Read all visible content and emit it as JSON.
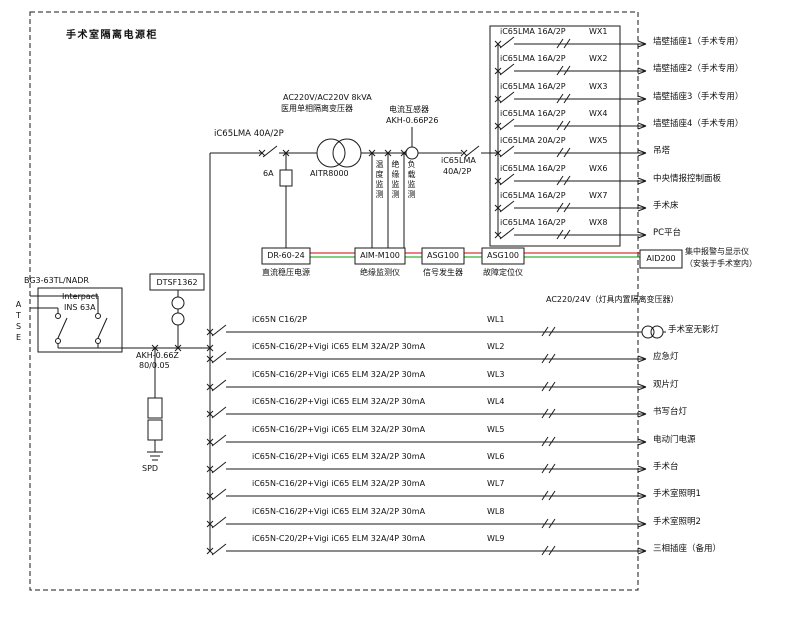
{
  "title": "手术室隔离电源柜",
  "incoming": {
    "device": "BG3-63TL/NADR",
    "switch_brand": "Interpact",
    "switch_model": "INS 63A",
    "atse": "ATSE",
    "meter": "DTSF1362",
    "ct_model": "AKH-0.66Z",
    "ct_ratio": "80/0.05",
    "spd": "SPD"
  },
  "main": {
    "breaker": "iC65LMA 40A/2P",
    "transformer_spec": "AC220V/AC220V 8kVA",
    "transformer_name": "医用单相隔离变压器",
    "transformer_model": "AITR8000",
    "fuse": "6A",
    "ct_name": "电流互感器",
    "ct_model": "AKH-0.66P26",
    "monitor_temp": "温度监测",
    "monitor_insulation": "绝缘监测",
    "monitor_load": "负载监测",
    "outgoing_breaker_model": "iC65LMA",
    "outgoing_breaker_rating": "40A/2P"
  },
  "devices": [
    {
      "model": "DR-60-24",
      "name": "直流稳压电源"
    },
    {
      "model": "AIM-M100",
      "name": "绝缘监测仪"
    },
    {
      "model": "ASG100",
      "name": "信号发生器"
    },
    {
      "model": "ASG100",
      "name": "故障定位仪"
    }
  ],
  "alarm": {
    "model": "AID200",
    "name": "集中报警与显示仪",
    "note": "（安装于手术室内）"
  },
  "outlets": [
    {
      "breaker": "iC65LMA 16A/2P",
      "wire": "WX1",
      "load": "墙壁插座1（手术专用）"
    },
    {
      "breaker": "iC65LMA 16A/2P",
      "wire": "WX2",
      "load": "墙壁插座2（手术专用）"
    },
    {
      "breaker": "iC65LMA 16A/2P",
      "wire": "WX3",
      "load": "墙壁插座3（手术专用）"
    },
    {
      "breaker": "iC65LMA 16A/2P",
      "wire": "WX4",
      "load": "墙壁插座4（手术专用）"
    },
    {
      "breaker": "iC65LMA 20A/2P",
      "wire": "WX5",
      "load": "吊塔"
    },
    {
      "breaker": "iC65LMA 16A/2P",
      "wire": "WX6",
      "load": "中央情报控制面板"
    },
    {
      "breaker": "iC65LMA 16A/2P",
      "wire": "WX7",
      "load": "手术床"
    },
    {
      "breaker": "iC65LMA 16A/2P",
      "wire": "WX8",
      "load": "PC平台"
    }
  ],
  "lighting_note": "AC220/24V（灯具内置隔离变压器）",
  "lighting": [
    {
      "breaker": "iC65N C16/2P",
      "wire": "WL1",
      "load": "手术室无影灯"
    },
    {
      "breaker": "iC65N-C16/2P+Vigi iC65 ELM 32A/2P 30mA",
      "wire": "WL2",
      "load": "应急灯"
    },
    {
      "breaker": "iC65N-C16/2P+Vigi iC65 ELM 32A/2P 30mA",
      "wire": "WL3",
      "load": "观片灯"
    },
    {
      "breaker": "iC65N-C16/2P+Vigi iC65 ELM 32A/2P 30mA",
      "wire": "WL4",
      "load": "书写台灯"
    },
    {
      "breaker": "iC65N-C16/2P+Vigi iC65 ELM 32A/2P 30mA",
      "wire": "WL5",
      "load": "电动门电源"
    },
    {
      "breaker": "iC65N-C16/2P+Vigi iC65 ELM 32A/2P 30mA",
      "wire": "WL6",
      "load": "手术台"
    },
    {
      "breaker": "iC65N-C16/2P+Vigi iC65 ELM 32A/2P 30mA",
      "wire": "WL7",
      "load": "手术室照明1"
    },
    {
      "breaker": "iC65N-C16/2P+Vigi iC65 ELM 32A/2P 30mA",
      "wire": "WL8",
      "load": "手术室照明2"
    },
    {
      "breaker": "iC65N-C20/2P+Vigi iC65 ELM 32A/4P 30mA",
      "wire": "WL9",
      "load": "三相插座（备用）"
    }
  ],
  "colors": {
    "line": "#1a1a1a",
    "alarm_red": "#d40000",
    "alarm_green": "#00a000"
  }
}
